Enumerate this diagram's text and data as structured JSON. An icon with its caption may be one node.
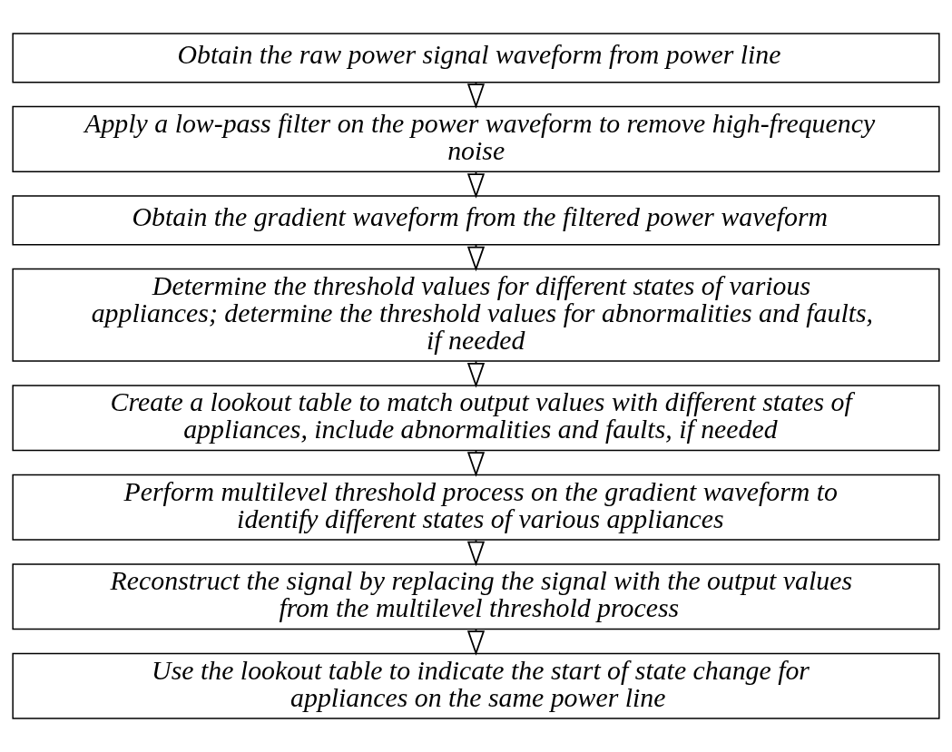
{
  "diagram": {
    "nodes": [
      {
        "text": [
          "Obtain the raw power signal waveform from power line"
        ]
      },
      {
        "text": [
          "Apply a low-pass filter on the power waveform to remove high-frequency noise"
        ]
      },
      {
        "text": [
          "Obtain the gradient waveform from the filtered power waveform"
        ]
      },
      {
        "text": [
          "Determine the threshold values for different states of various appliances; determine the threshold values for abnormalities and faults, if needed"
        ]
      },
      {
        "text": [
          "Create a lookout table to match output values with different states of appliances, include abnormalities and faults, if needed"
        ]
      },
      {
        "text": [
          "Perform multilevel threshold process on the gradient waveform to identify different states of various appliances"
        ]
      },
      {
        "text": [
          "Reconstruct the signal by replacing the signal with the output values from the multilevel threshold process"
        ]
      },
      {
        "text": [
          "Use the lookout table to indicate the start of state change for appliances on the same power line"
        ]
      }
    ],
    "edges": [
      {
        "from": 0,
        "to": 1,
        "arrow": "to"
      },
      {
        "from": 1,
        "to": 2,
        "arrow": "to"
      },
      {
        "from": 2,
        "to": 3,
        "arrow": "to"
      },
      {
        "from": 3,
        "to": 4,
        "arrow": "to"
      },
      {
        "from": 4,
        "to": 5,
        "arrow": "to"
      },
      {
        "from": 5,
        "to": 6,
        "arrow": "to"
      },
      {
        "from": 6,
        "to": 7,
        "arrow": "to"
      }
    ]
  }
}
